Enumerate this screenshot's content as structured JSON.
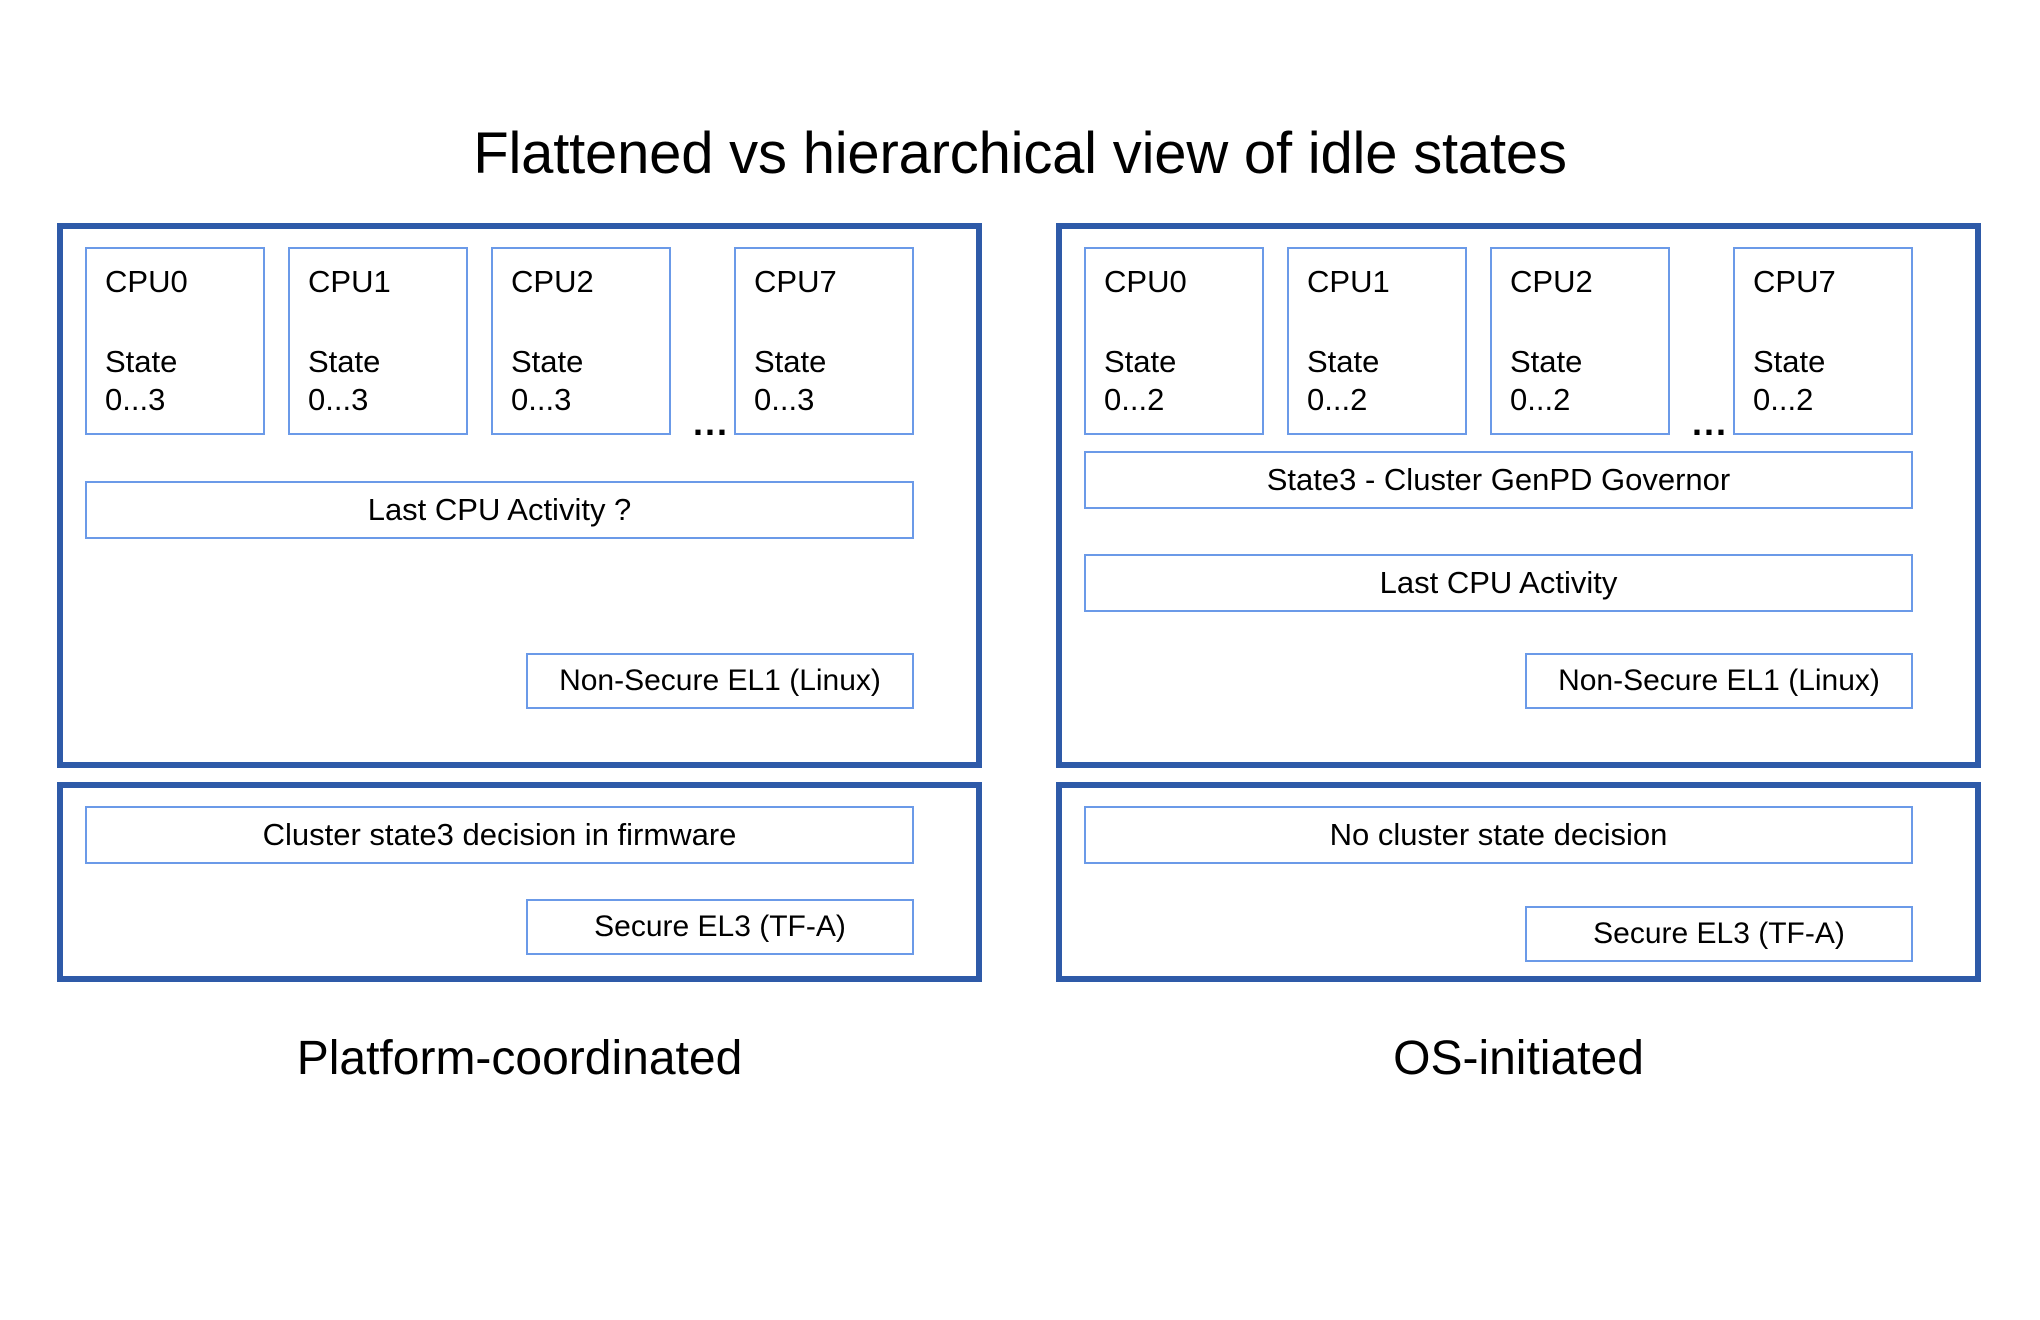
{
  "title": "Flattened vs hierarchical view of idle states",
  "colors": {
    "panel_border": "#2e5aa8",
    "box_border": "#6b9ae8",
    "background": "#ffffff",
    "text": "#000000"
  },
  "ellipsis": "...",
  "left": {
    "caption": "Platform-coordinated",
    "os_panel": {
      "cpus": [
        {
          "name": "CPU0",
          "state_label": "State",
          "state_range": "0...3"
        },
        {
          "name": "CPU1",
          "state_label": "State",
          "state_range": "0...3"
        },
        {
          "name": "CPU2",
          "state_label": "State",
          "state_range": "0...3"
        },
        {
          "name": "CPU7",
          "state_label": "State",
          "state_range": "0...3"
        }
      ],
      "rows": [
        "Last CPU Activity ?"
      ],
      "exception_level": "Non-Secure EL1 (Linux)"
    },
    "fw_panel": {
      "rows": [
        "Cluster state3 decision in firmware"
      ],
      "exception_level": "Secure EL3 (TF-A)"
    }
  },
  "right": {
    "caption": "OS-initiated",
    "os_panel": {
      "cpus": [
        {
          "name": "CPU0",
          "state_label": "State",
          "state_range": "0...2"
        },
        {
          "name": "CPU1",
          "state_label": "State",
          "state_range": "0...2"
        },
        {
          "name": "CPU2",
          "state_label": "State",
          "state_range": "0...2"
        },
        {
          "name": "CPU7",
          "state_label": "State",
          "state_range": "0...2"
        }
      ],
      "rows": [
        "State3 - Cluster GenPD Governor",
        "Last CPU Activity"
      ],
      "exception_level": "Non-Secure EL1 (Linux)"
    },
    "fw_panel": {
      "rows": [
        "No cluster state decision"
      ],
      "exception_level": "Secure EL3 (TF-A)"
    }
  }
}
